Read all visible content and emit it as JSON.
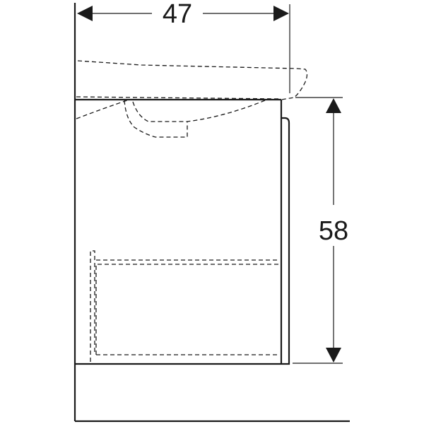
{
  "drawing": {
    "type": "technical side-elevation drawing",
    "subject": "vanity unit with washbasin (side view)",
    "line_color": "#1a1a1a",
    "background": "#ffffff"
  },
  "dimensions": {
    "width": {
      "label": "47",
      "orientation": "horizontal",
      "position": "top"
    },
    "height": {
      "label": "58",
      "orientation": "vertical",
      "position": "right"
    }
  },
  "components": [
    {
      "name": "wall",
      "style": "solid"
    },
    {
      "name": "floor",
      "style": "solid"
    },
    {
      "name": "cabinet-body",
      "style": "solid"
    },
    {
      "name": "front-panel",
      "style": "solid"
    },
    {
      "name": "washbasin-outline",
      "style": "dashed"
    },
    {
      "name": "siphon-outline",
      "style": "dashed"
    },
    {
      "name": "drawer-outline",
      "style": "dashed"
    }
  ]
}
